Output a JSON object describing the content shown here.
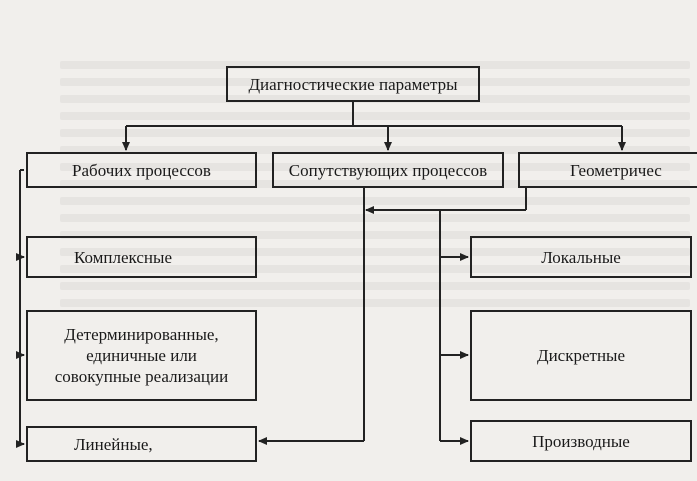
{
  "diagram": {
    "root": "Диагностические параметры",
    "categories": [
      "Рабочих процессов",
      "Сопутствующих процессов",
      "Геометричес"
    ],
    "left_column": [
      "Комплексные",
      "Детерминированные,",
      "единичные или",
      "совокупные реализации",
      "Линейные,"
    ],
    "right_column": [
      "Локальные",
      "Дискретные",
      "Производные"
    ]
  },
  "colors": {
    "line": "#222222",
    "paper": "#f1efec"
  }
}
